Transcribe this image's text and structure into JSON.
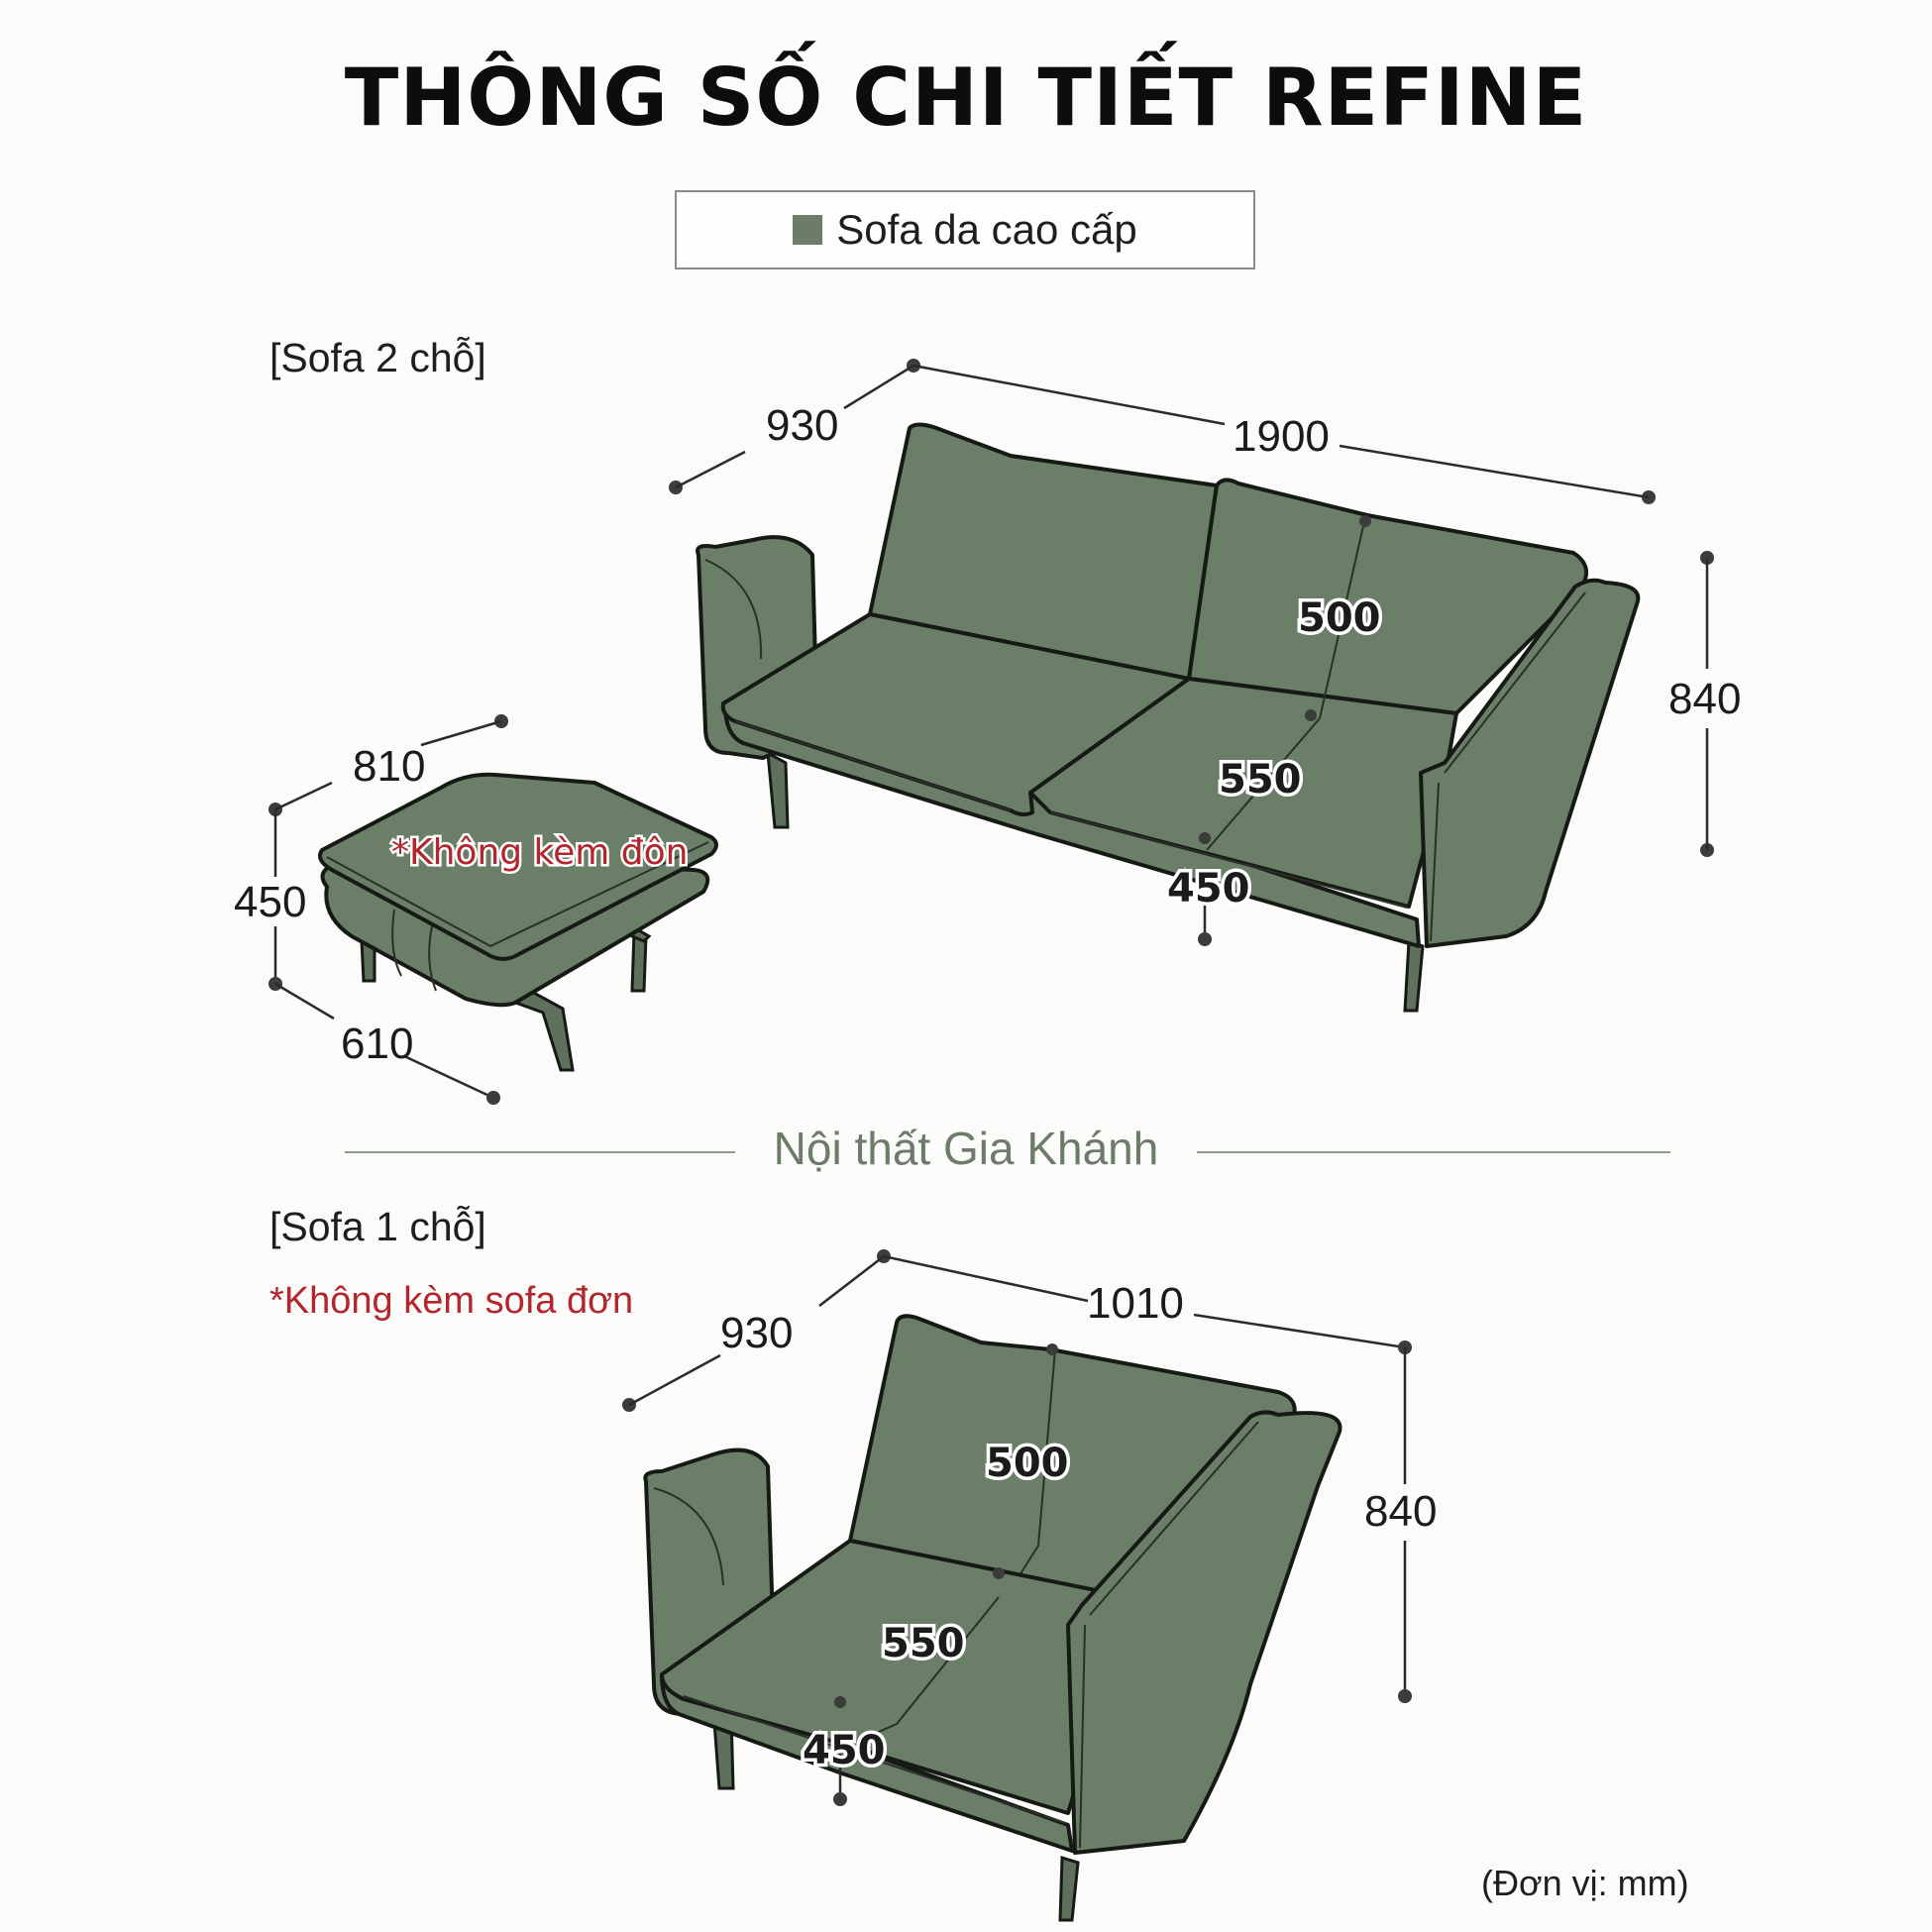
{
  "header": {
    "title": "THÔNG SỐ CHI TIẾT REFINE",
    "legend": {
      "swatch_color": "#6b7c68",
      "label": "Sofa da cao cấp"
    }
  },
  "colors": {
    "sofa_fill": "#6b7f68",
    "outline": "#161a15",
    "note_red": "#b3262d",
    "brand_text": "#6d7b69",
    "background": "#fbfbf9"
  },
  "sofa_2": {
    "label": "[Sofa 2 chỗ]",
    "dimensions": {
      "depth": "930",
      "width": "1900",
      "height": "840",
      "backrest_height": "500",
      "seat_depth": "550",
      "seat_height": "450"
    }
  },
  "ottoman": {
    "note": "*Không kèm đôn",
    "dimensions": {
      "width": "810",
      "height": "450",
      "depth": "610"
    }
  },
  "divider": {
    "brand": "Nội thất Gia Khánh"
  },
  "sofa_1": {
    "label": "[Sofa 1 chỗ]",
    "note": "*Không kèm sofa đơn",
    "dimensions": {
      "depth": "930",
      "width": "1010",
      "height": "840",
      "backrest_height": "500",
      "seat_depth": "550",
      "seat_height": "450"
    }
  },
  "footer": {
    "unit_note": "(Đơn vị: mm)"
  }
}
